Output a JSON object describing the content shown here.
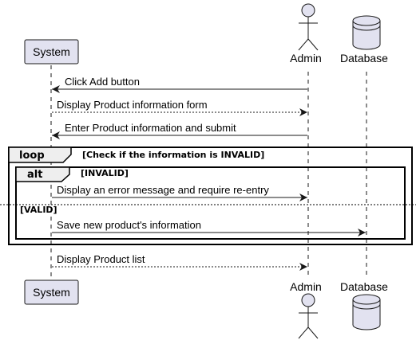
{
  "participants": {
    "system": "System",
    "admin": "Admin",
    "database": "Database"
  },
  "messages": [
    "Click Add button",
    "Display Product information form",
    "Enter Product information and submit",
    "Display an error message and require re-entry",
    "Save new product's information",
    "Display Product list"
  ],
  "frames": {
    "loop": {
      "keyword": "loop",
      "guard": "[Check if the information is INVALID]"
    },
    "alt": {
      "keyword": "alt",
      "guard": "[INVALID]",
      "else_guard": "[VALID]"
    }
  },
  "colors": {
    "participant_fill": "#e2e2f0",
    "participant_border": "#181818",
    "line": "#181818",
    "frame_fill": "#eeeeee"
  }
}
